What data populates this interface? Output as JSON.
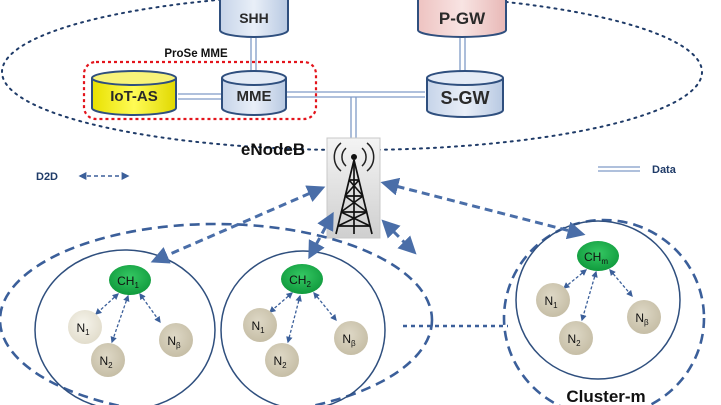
{
  "core": {
    "shh": "SHH",
    "pgw": "P-GW",
    "iotas": "IoT-AS",
    "mme": "MME",
    "sgw": "S-GW",
    "prose_mme": "ProSe MME",
    "enodeb": "eNodeB"
  },
  "legend": {
    "d2d": "D2D",
    "data": "Data"
  },
  "clusters": [
    {
      "head": {
        "base": "CH",
        "sub": "1"
      },
      "nodes": [
        {
          "base": "N",
          "sub": "1"
        },
        {
          "base": "N",
          "sub": "2"
        },
        {
          "base": "N",
          "sub": "β"
        }
      ]
    },
    {
      "head": {
        "base": "CH",
        "sub": "2"
      },
      "nodes": [
        {
          "base": "N",
          "sub": "1"
        },
        {
          "base": "N",
          "sub": "2"
        },
        {
          "base": "N",
          "sub": "β"
        }
      ]
    },
    {
      "head": {
        "base": "CH",
        "sub": "m"
      },
      "nodes": [
        {
          "base": "N",
          "sub": "1"
        },
        {
          "base": "N",
          "sub": "2"
        },
        {
          "base": "N",
          "sub": "β"
        }
      ],
      "label": "Cluster-m"
    }
  ],
  "colors": {
    "dash_blue": "#3b5f9a",
    "head_green": "#1aaa4a",
    "node_tan": "#d2cbb6",
    "node_light": "#eeebe0",
    "iot_yellow": "#f2ee12",
    "pgw_pink": "#f3d2d1",
    "db_blue": "#d6e1ef",
    "prose_red": "#e3141c"
  },
  "icons": {
    "tower": "cell-tower-icon",
    "database": "database-cylinder-icon"
  }
}
